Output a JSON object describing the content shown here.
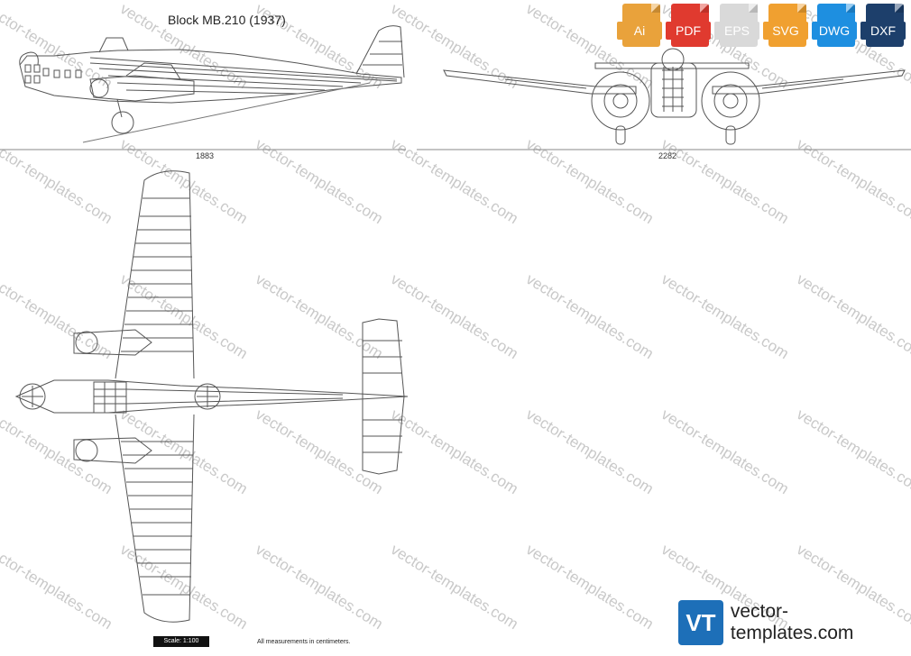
{
  "title": "Block MB.210 (1937)",
  "dimensions": {
    "side_length": "1883",
    "front_span": "2282"
  },
  "scale_label": "Scale: 1:100",
  "note": "All measurements in centimeters.",
  "formats": [
    {
      "label": "Ai",
      "color": "#e9a23b"
    },
    {
      "label": "PDF",
      "color": "#e03a2f"
    },
    {
      "label": "EPS",
      "color": "#d9d9d9"
    },
    {
      "label": "SVG",
      "color": "#f0a030"
    },
    {
      "label": "DWG",
      "color": "#1e8fe0"
    },
    {
      "label": "DXF",
      "color": "#1d3f6b"
    }
  ],
  "brand": {
    "logo_text": "VT",
    "name": "vector-templates.com",
    "color": "#1d6fb8"
  },
  "watermark": "vector-templates.com"
}
